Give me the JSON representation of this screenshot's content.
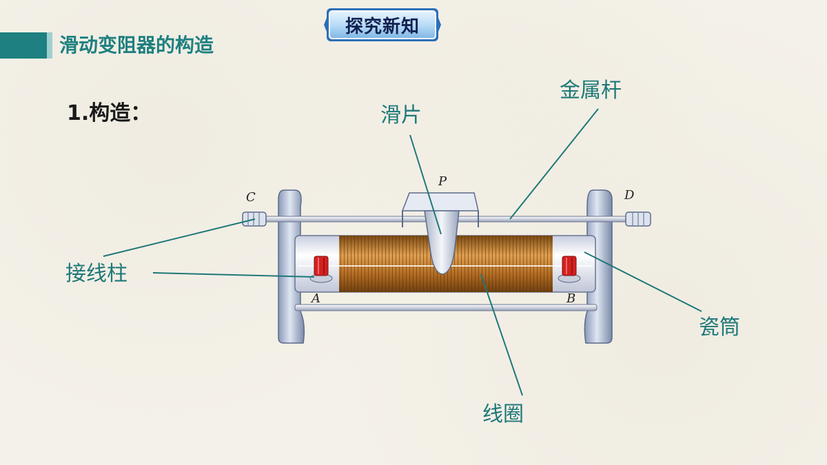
{
  "header": {
    "badge_text": "探究新知",
    "section_title": "滑动变阻器的构造"
  },
  "content": {
    "subheading": "1.构造："
  },
  "diagram": {
    "labels": {
      "slider": "滑片",
      "metal_rod": "金属杆",
      "terminal": "接线柱",
      "porcelain_tube": "瓷筒",
      "coil": "线圈"
    },
    "letters": {
      "p": "P",
      "c": "C",
      "d": "D",
      "a": "A",
      "b": "B"
    }
  },
  "colors": {
    "accent": "#1e8080",
    "label": "#1e7878",
    "coil": "#b8742a",
    "terminal": "#d02020"
  }
}
